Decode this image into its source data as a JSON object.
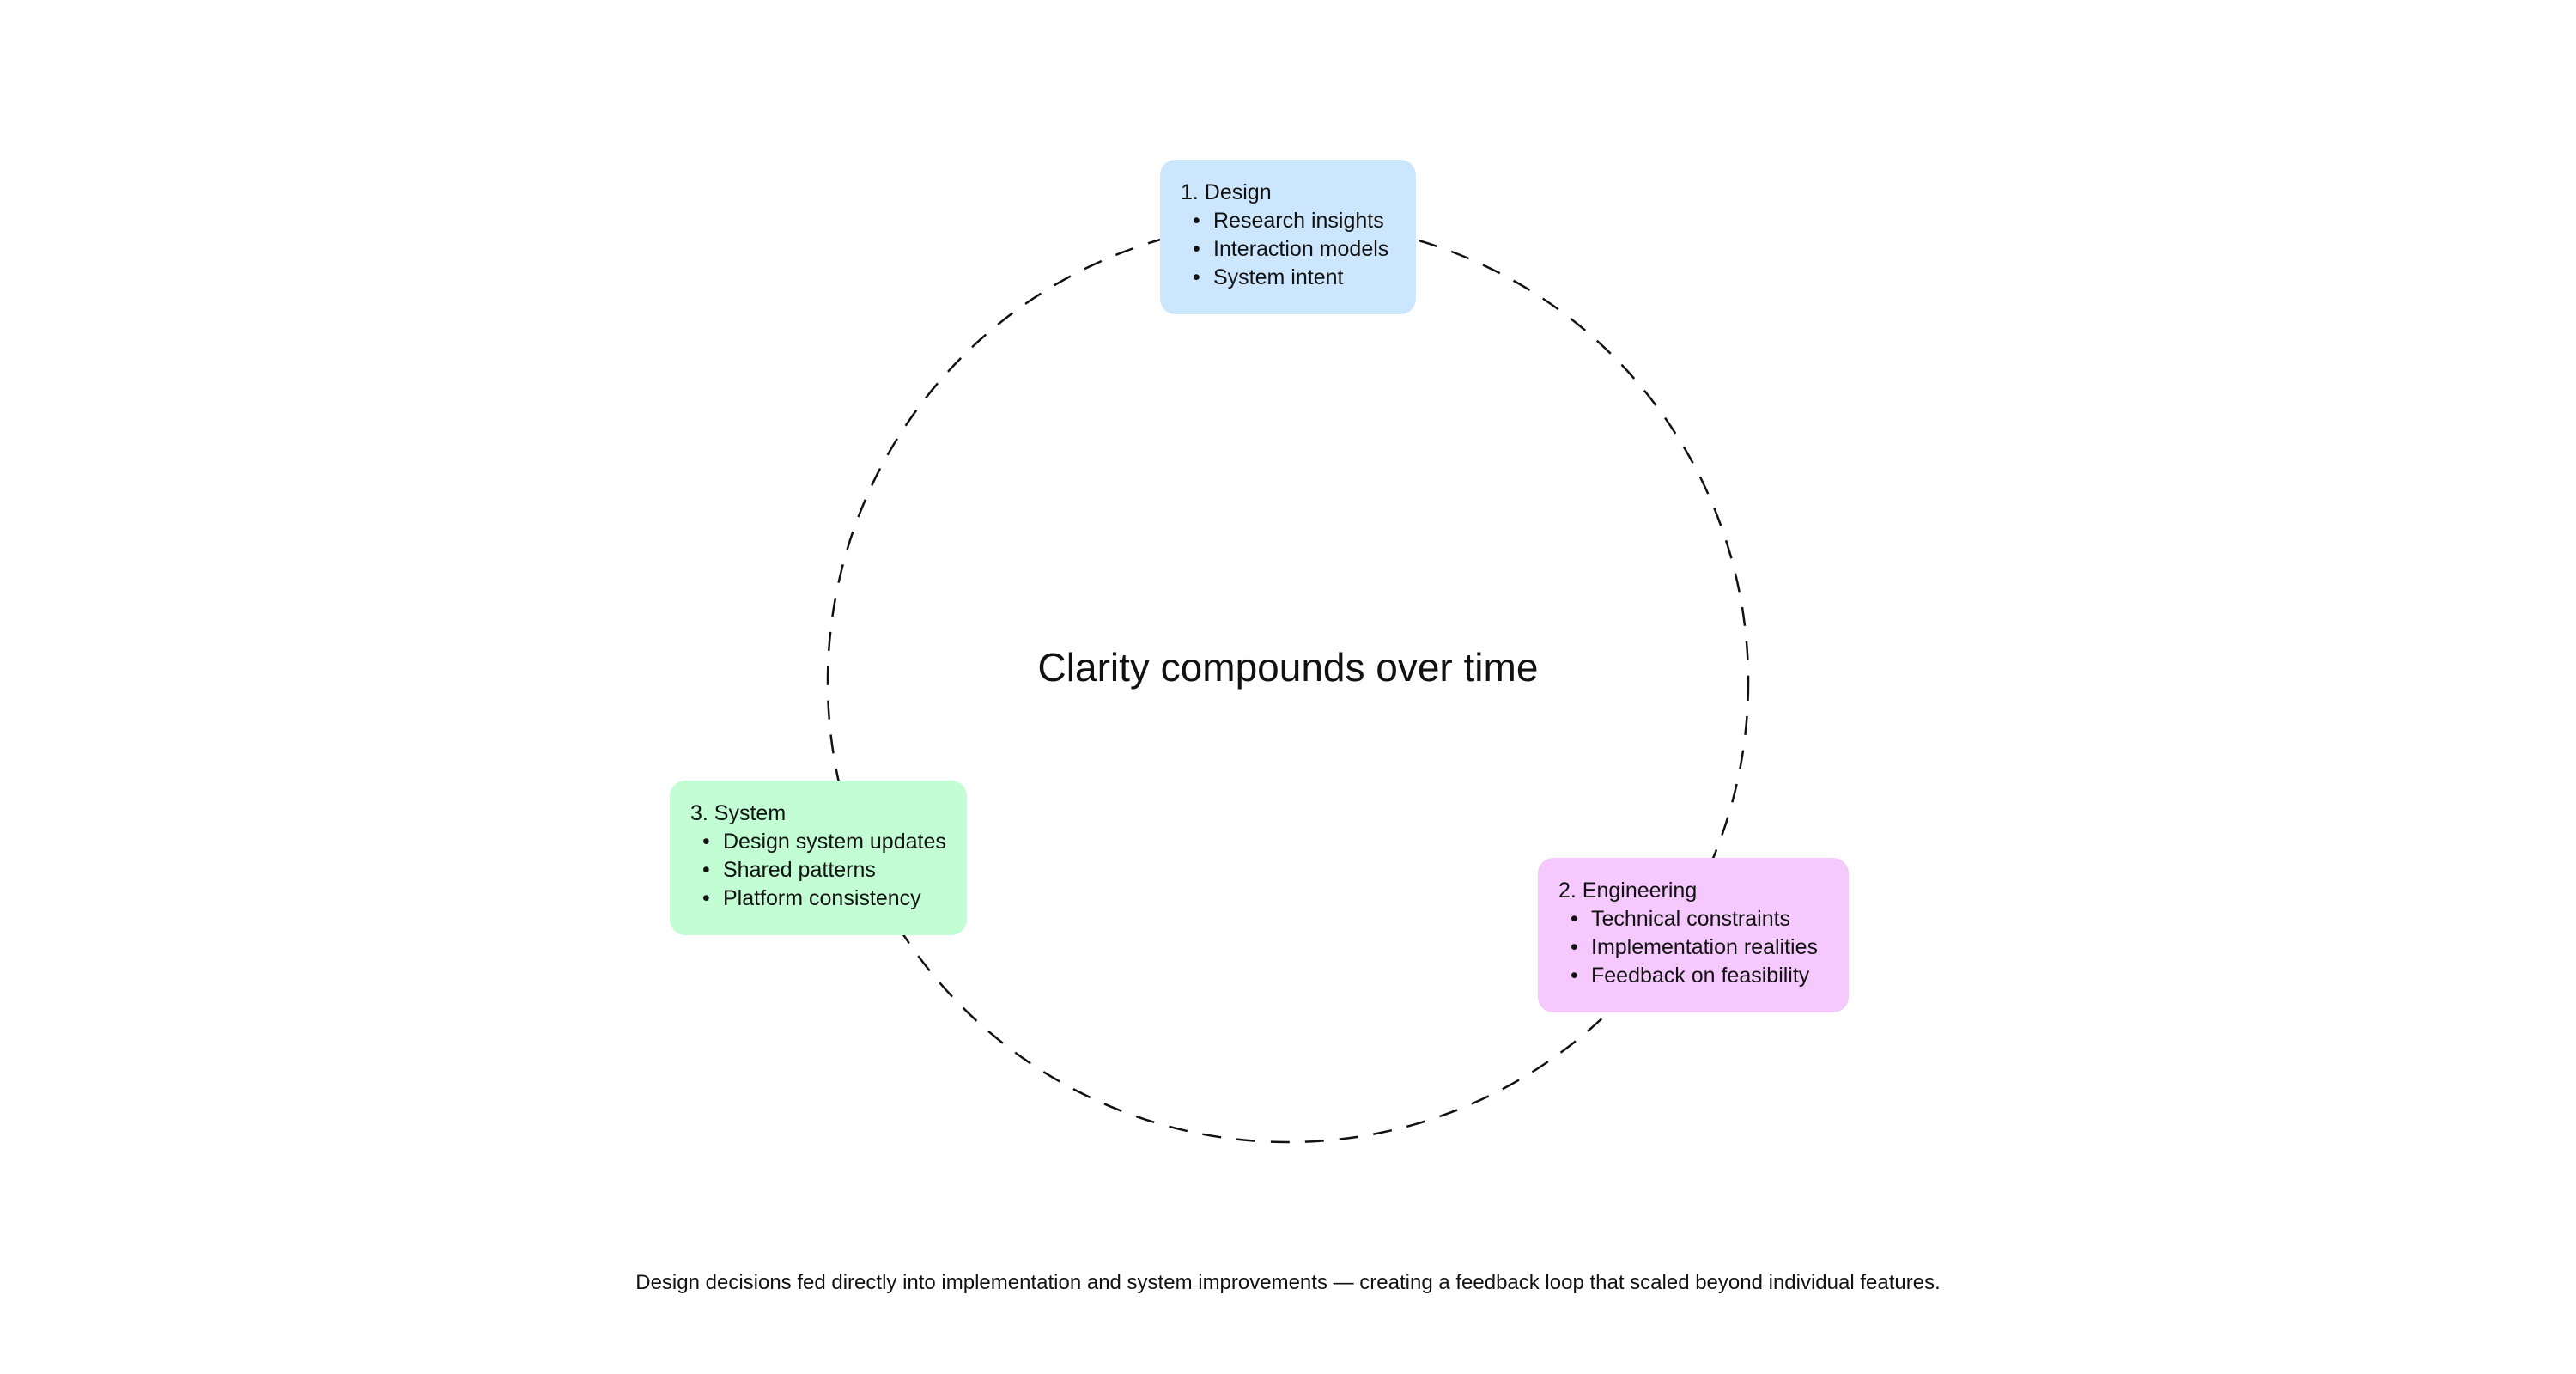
{
  "center_title": "Clarity compounds over time",
  "caption": "Design decisions fed directly into implementation and system improvements — creating a feedback loop that scaled beyond individual features.",
  "stages": {
    "design": {
      "title": "1. Design",
      "items": [
        "Research insights",
        "Interaction models",
        "System intent"
      ],
      "color": "#cce6fd"
    },
    "engineering": {
      "title": "2. Engineering",
      "items": [
        "Technical constraints",
        "Implementation realities",
        "Feedback on feasibility"
      ],
      "color": "#f5c9fd"
    },
    "system": {
      "title": "3. System",
      "items": [
        "Design system updates",
        "Shared patterns",
        "Platform consistency"
      ],
      "color": "#c3fdd4"
    }
  }
}
